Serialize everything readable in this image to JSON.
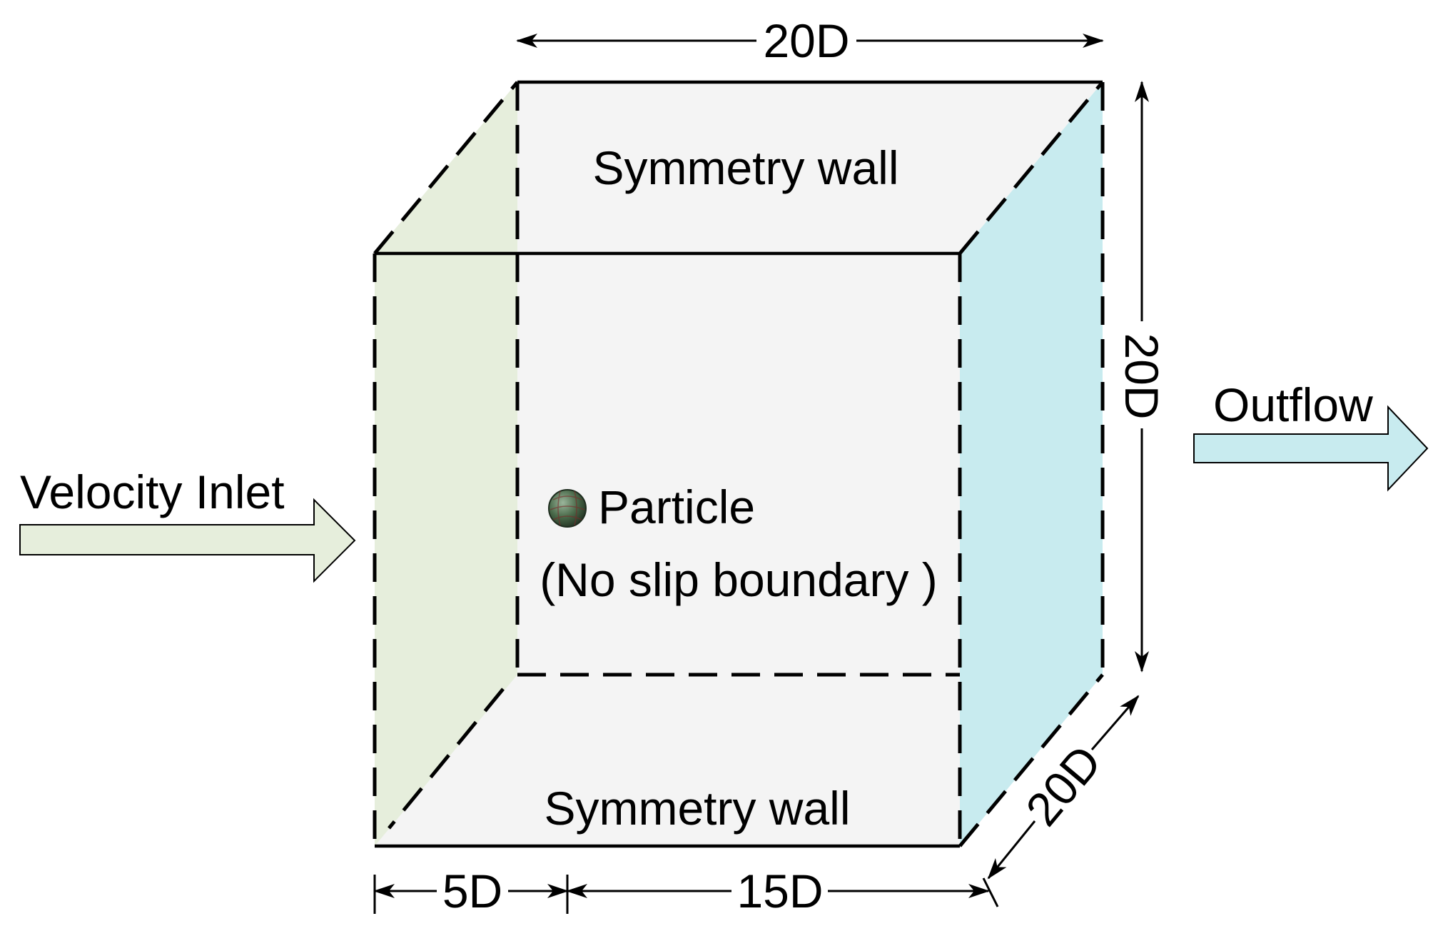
{
  "labels": {
    "dim_top": "20D",
    "dim_right": "20D",
    "dim_depth": "20D",
    "dim_bottom_left": "5D",
    "dim_bottom_right": "15D",
    "top_wall": "Symmetry wall",
    "bottom_wall": "Symmetry wall",
    "particle": "Particle",
    "particle_boundary": "(No slip boundary )",
    "inlet": "Velocity Inlet",
    "outflow": "Outflow"
  },
  "colors": {
    "domain_fill": "#f4f4f4",
    "inlet_face": "#e6eedc",
    "outlet_face": "#c8ebef",
    "inlet_arrow": "#e6eedc",
    "outflow_arrow": "#c8ebef",
    "particle": "#4a6a4a",
    "line": "#000000"
  },
  "icons": {
    "particle": "sphere-icon",
    "inlet_arrow": "block-arrow-right-icon",
    "outflow_arrow": "block-arrow-right-icon"
  }
}
